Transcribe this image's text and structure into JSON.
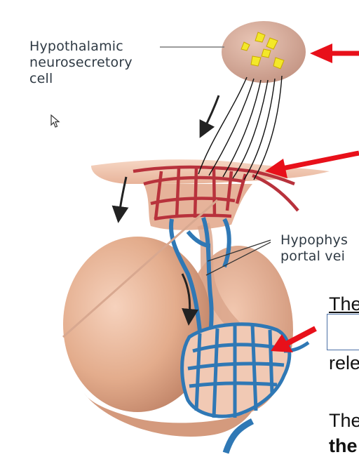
{
  "labels": {
    "neuro_line1": "Hypothalamic",
    "neuro_line2": "neurosecretory",
    "neuro_line3": "cell",
    "portal_line1": "Hypophys",
    "portal_line2": "portal vei"
  },
  "slide": {
    "line1": "The",
    "line2": "rele",
    "line3": "The",
    "line4": "the"
  },
  "colors": {
    "arrow_red": "#e8101a",
    "vessel_red": "#c8434a",
    "vessel_blue": "#2f78b5",
    "gland_tan": "#e3ac8c",
    "cell_yellow": "#f3e829"
  },
  "icons": [
    "mouse-pointer-icon",
    "red-arrow-icon",
    "flow-arrow-icon"
  ]
}
